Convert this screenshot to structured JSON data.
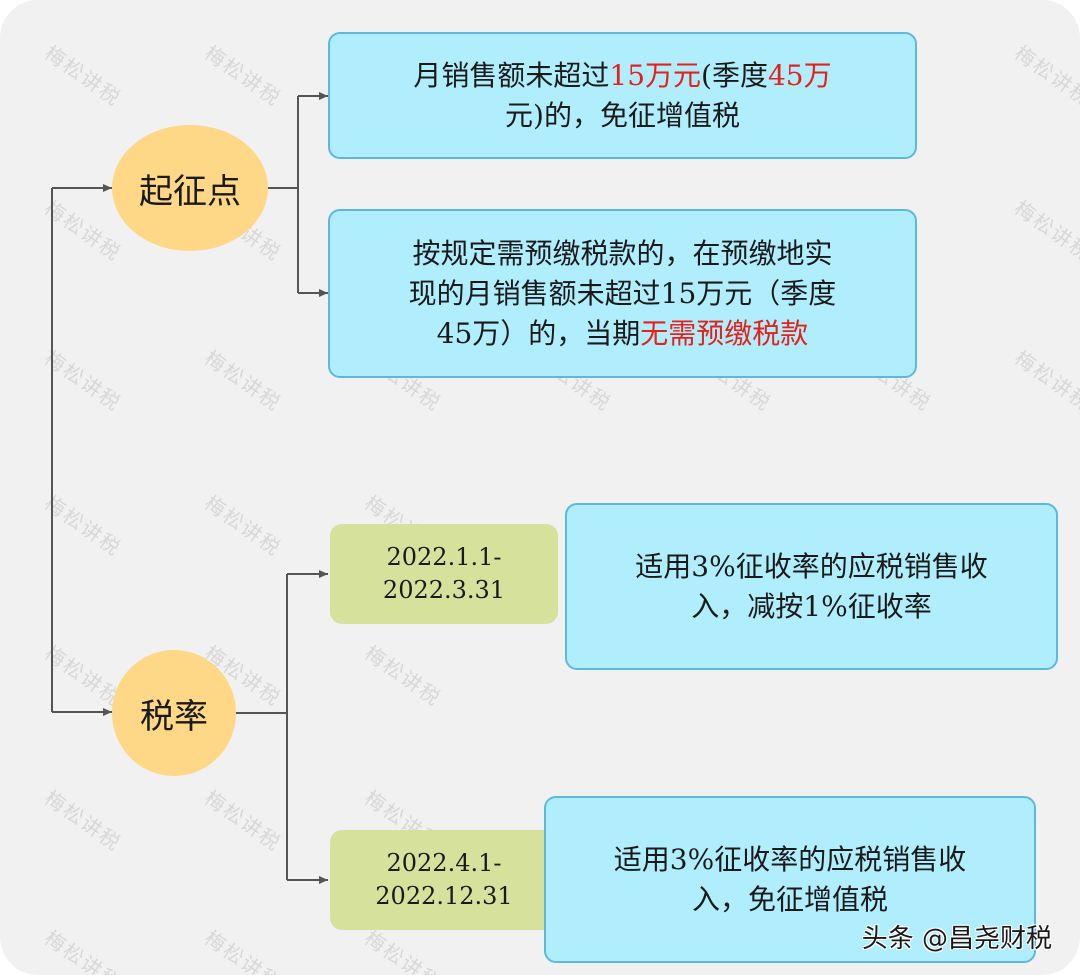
{
  "diagram": {
    "watermark": "梅松讲税",
    "colors": {
      "background": "#f1f1f1",
      "ellipse": "#fed787",
      "blue_box": "#b0eefd",
      "blue_border": "#5bb9dd",
      "green_box": "#d6e29c",
      "highlight": "#e8201a",
      "connector": "#555555"
    },
    "nodes": {
      "threshold": {
        "label": "起征点",
        "children": [
          {
            "line1_a": "月销售额未超过",
            "line1_red1": "15万元",
            "line1_b": "(季度",
            "line1_red2": "45万",
            "line2": "元)的，免征增值税"
          },
          {
            "line1": "按规定需预缴税款的，在预缴地实",
            "line2": "现的月销售额未超过15万元（季度",
            "line3_a": "45万）的，当期",
            "line3_red": "无需预缴税款"
          }
        ]
      },
      "rate": {
        "label": "税率",
        "periods": [
          {
            "date_line1": "2022.1.1-",
            "date_line2": "2022.3.31",
            "desc_line1": "适用3%征收率的应税销售收",
            "desc_line2": "入，减按1%征收率"
          },
          {
            "date_line1": "2022.4.1-",
            "date_line2": "2022.12.31",
            "desc_line1": "适用3%征收率的应税销售收",
            "desc_line2": "入，免征增值税"
          }
        ]
      }
    },
    "credit": "头条 @昌尧财税"
  }
}
